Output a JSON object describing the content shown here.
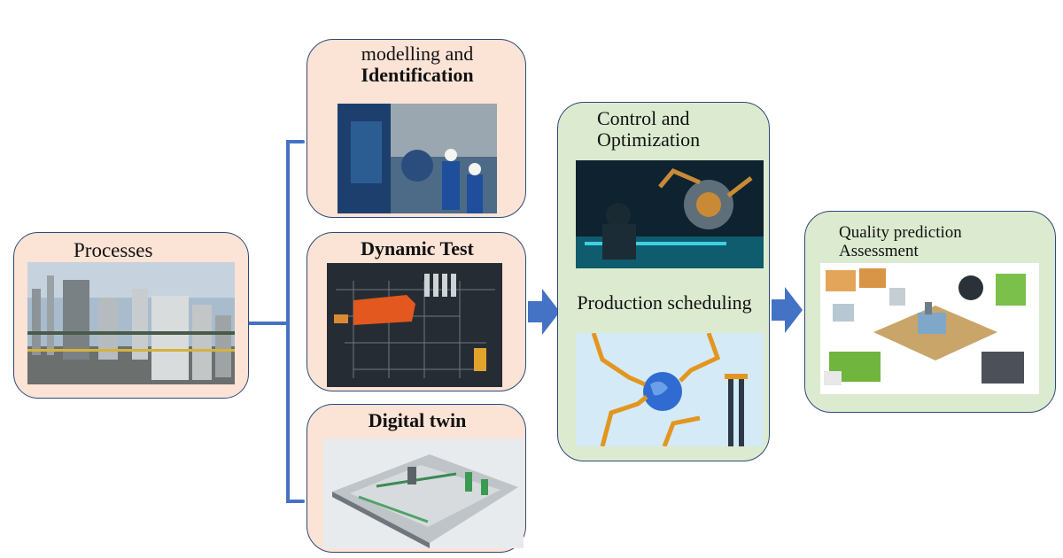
{
  "processes": {
    "title": "Processes",
    "image": "industrial-plant-photo"
  },
  "modelling": {
    "title_line1": "modelling and",
    "title_line2": "Identification",
    "image": "engineers-inspecting-machinery-photo"
  },
  "dynamic_test": {
    "title": "Dynamic Test",
    "image": "process-schematic-dashboard"
  },
  "digital_twin": {
    "title": "Digital twin",
    "image": "3d-factory-model"
  },
  "control": {
    "title_line1": "Control and",
    "title_line2": "Optimization",
    "image": "robotic-arm-vr-operator",
    "subtitle": "Production scheduling",
    "image2": "robot-arms-globe-illustration"
  },
  "quality": {
    "title_line1": "Quality prediction",
    "title_line2": "Assessment",
    "image": "waste-management-infographic"
  },
  "colors": {
    "peach_box": "#fbe3d6",
    "green_box": "#dcebd0",
    "border": "#2e4a7a",
    "connector": "#4472c4"
  }
}
